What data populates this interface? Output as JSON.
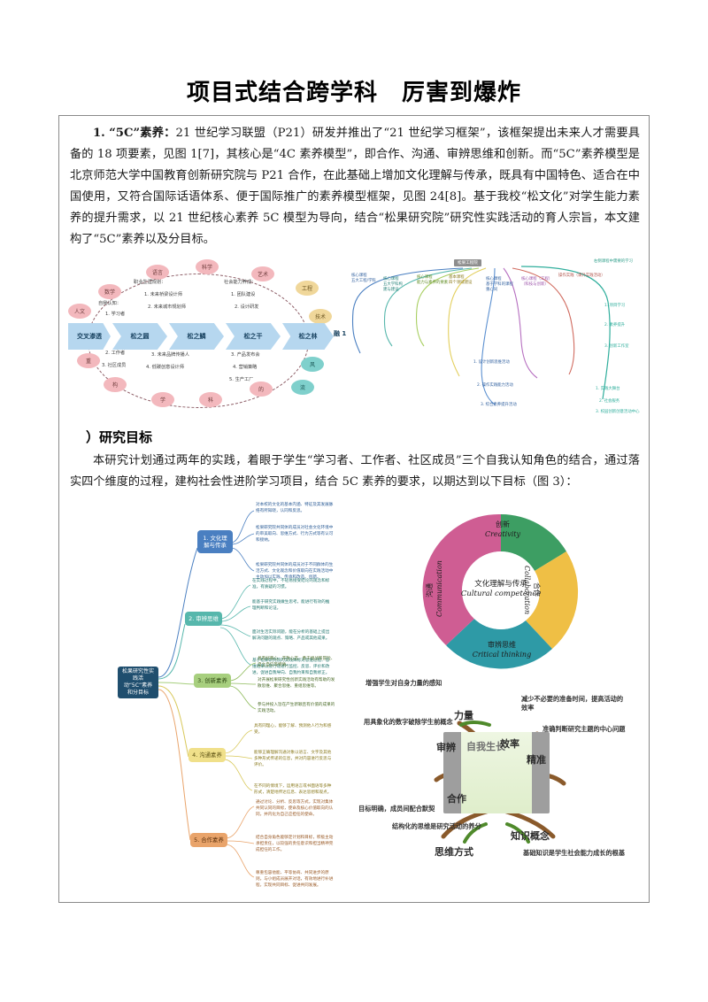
{
  "document": {
    "title": "项目式结合跨学科　厉害到爆炸"
  },
  "section1": {
    "number": "1.",
    "term": "“5C”素养：",
    "body": "21 世纪学习联盟（P21）研发并推出了“21 世纪学习框架”，该框架提出未来人才需要具备的 18 项要素，见图 1[7]，其核心是“4C 素养模型”，即合作、沟通、审辨思维和创新。而“5C”素养模型是北京师范大学中国教育创新研究院与 P21 合作，在此基础上增加文化理解与传承，既具有中国特色、适合在中国使用，又符合国际话语体系、便于国际推广的素养模型框架，见图 24[8]。基于我校“松文化”对学生能力素养的提升需求，以 21 世纪核心素养 5C 模型为导向，结合“松果研究院”研究性实践活动的育人宗旨，本文建构了“5C”素养以及分目标。"
  },
  "section2": {
    "heading": "）研究目标",
    "body": "本研究计划通过两年的实践，着眼于学生“学习者、工作者、社区成员”三个自我认知角色的结合，通过落实四个维度的过程，建构社会性进阶学习项目，结合 5C 素养的要求，以期达到以下目标（图 3）："
  },
  "figure1_left": {
    "bubbles": [
      "人文",
      "数学",
      "语言",
      "科学",
      "艺术",
      "工程",
      "技术",
      "重",
      "构",
      "学",
      "科",
      "的",
      "风",
      "流"
    ],
    "chevrons": [
      "交叉渗透",
      "松之圆",
      "松之鳞",
      "松之干",
      "松之林",
      "融 1"
    ],
    "group_headings": [
      "职业生涯规划：",
      "社会能力养成："
    ],
    "self_cognition": "自我认知：",
    "items_left": [
      "1. 学习者",
      "2. 工作者",
      "3. 社区成员"
    ],
    "items_mid": [
      "1. 未来桥梁设计师",
      "2. 未来城市规划师",
      "3. 未来品牌传播人",
      "4. 低碳创意设计师"
    ],
    "items_right": [
      "1. 团队建设",
      "2. 设计研发",
      "3. 产品发布会",
      "4. 营销策略",
      "5. 生产工厂"
    ]
  },
  "figure1_right": {
    "root": "松果工程院",
    "top_right_label": "右侧课程中需要的学习",
    "branches": [
      "核心课程\n五大工程/学科",
      "核心课程\n五大学科构\n建与建设",
      "核心课程\n能力与素养的要素",
      "基本课程\n四个领域建设",
      "核心课程\n基于学科的课程\n重心同",
      "核心课程（工程）\n（科技与创新）",
      "操作实践（课外实践活动）"
    ],
    "leaf_groups": [
      "1. 设计创新思维活动",
      "2. 操作实践能力活动",
      "3. 综合素养提升活动",
      "1. 项目学习",
      "2. 素养提升",
      "3. 创新工作室",
      "1. 实践大舞台",
      "2. 社会服务",
      "3. 校园创新创意活动中心"
    ]
  },
  "mindmap": {
    "root": "松果研究性实践活动“5C”素养和分目标",
    "branches": [
      {
        "label": "1. 文化理解与传承",
        "color": "#4a7fc1",
        "leaves": [
          "对本校的文化的基本内涵、特征及其发展脉络有所知晓，认同和反思。",
          "松果研究院共同体的成员对社会文化环境中的审美取向、思维方式、行为方式等有认可和接纳。",
          "松果研究院共同体的成员对于不同群体的生活方式、文化观念和价值取向在实践活动中主动加以实践、传承和改造、创新。"
        ]
      },
      {
        "label": "2. 审辨思维",
        "color": "#57b7ac",
        "leaves": [
          "在实践过程中，不轻易接受结论的观念和标准，有质疑的习惯。",
          "能基于研究实践做生思考，能进行有效的推理判断和论证。",
          "面对生活实际问题，能在分析的基础上提出解决问题的观点、策略、产品或其他成果。",
          "基于松果研究院的实践目标对思维过程、思维结果以及行动进行监控、反思、评价和改进，促进自我导向、自我约束和自我修正。"
        ]
      },
      {
        "label": "3. 创新素养",
        "color": "#a7cf7e",
        "leaves": [
          "具有好奇心、开放心态、勇于挑战和冒险、自立自信等特质。",
          "对开展松果研究性创新实践活动有帮助的发散思维、聚合思维、重组思维等。",
          "参与并投入旨在产生新颖且有价值的成果的实践活动。"
        ]
      },
      {
        "label": "4. 沟通素养",
        "color": "#f0e08a",
        "leaves": [
          "具有同理心，能够了解、预测他人行为和感受。",
          "能够正确理解沟通对象以语言、文字及其他多种形式传递的信息，并对内容进行反思与评价。",
          "在不同的情境下，运用语言或书面语等多种形式，清楚地传达信息、表达思想和观点。"
        ]
      },
      {
        "label": "5. 合作素养",
        "color": "#e9a46b",
        "leaves": [
          "通过讨论、分析、反思等方式，实现对集体共同认同的目标，使命及核心价值取向的认同，并内化为自己应担任的使命。",
          "结合自身角色能够定计划和目标，积极主动承担责任，以较强的责任意识和担当精神完成担任的工作。",
          "尊重包容他能、平等协商、共同进步的原则，与小组成员展开对话，有效地进行补进程，实现共同目标、促进共同发展。"
        ]
      }
    ]
  },
  "circle5c": {
    "center_cn": "文化理解与传承",
    "center_en": "Cultural competence",
    "segments": [
      {
        "cn": "创新",
        "en": "Creativity",
        "color": "#3d9e63"
      },
      {
        "cn": "合作",
        "en": "Collaboration",
        "color": "#efbf45"
      },
      {
        "cn": "审辨思维",
        "en": "Critical thinking",
        "color": "#2e9aa6"
      },
      {
        "cn": "沟通",
        "en": "Communication",
        "color": "#cf5d93"
      }
    ]
  },
  "tree": {
    "center_label": "自我生长",
    "nodes": [
      {
        "keyword": "力量",
        "desc": "增强学生对自身力量的感知"
      },
      {
        "keyword": "效率",
        "desc": "减少不必要的准备时间，提高活动的效率"
      },
      {
        "keyword": "精准",
        "desc": "准确判断研究主题的中心问题"
      },
      {
        "keyword": "审辨",
        "desc": "用具象化的数字破除学生前概念"
      },
      {
        "keyword": "合作",
        "desc": "目标明确，成员间配合默契"
      },
      {
        "keyword": "思维方式",
        "desc": "结构化的思维是研究活动的养分"
      },
      {
        "keyword": "知识概念",
        "desc": "基础知识是学生社会能力成长的根基"
      }
    ]
  }
}
